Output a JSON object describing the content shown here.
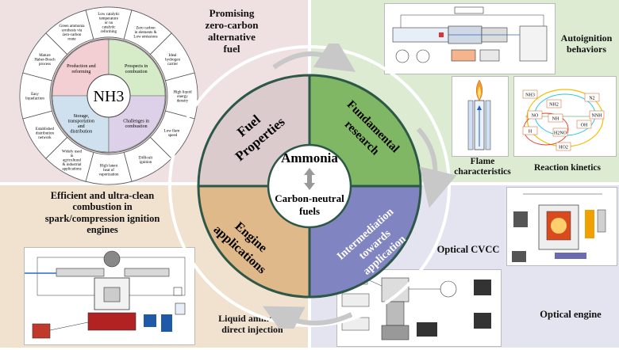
{
  "center": {
    "title": "Ammonia",
    "subtitle_line1": "Carbon-neutral",
    "subtitle_line2": "fuels"
  },
  "quadrants": {
    "fuel": {
      "line1": "Fuel",
      "line2": "Properties"
    },
    "fundamental": {
      "line1": "Fundamental",
      "line2": "research"
    },
    "engine": {
      "line1": "Engine",
      "line2": "applications"
    },
    "intermediation": {
      "line1": "Intermediation",
      "line2": "towards",
      "line3": "application"
    }
  },
  "labels": {
    "promising": [
      "Promising",
      "zero-carbon",
      "alternative",
      "fuel"
    ],
    "autoignition": [
      "Autoignition",
      "behaviors"
    ],
    "flame": [
      "Flame",
      "characteristics"
    ],
    "reaction": "Reaction kinetics",
    "efficient": [
      "Efficient and ultra-clean",
      "combustion in",
      "spark/compression ignition",
      "engines"
    ],
    "liquid": [
      "Liquid ammonia",
      "direct injection"
    ],
    "cvcc": "Optical CVCC",
    "optical_engine": "Optical engine"
  },
  "wheel": {
    "center_label": "NH3",
    "inner": [
      "Production and reforming",
      "Prospects in combustion",
      "Storage, transportation and distribution",
      "Challenges in combustion"
    ],
    "outer": [
      "Low catalytic temperature or no catalytic reforming",
      "Zero carbon in elements & Low emissions",
      "Ideal hydrogen carrier",
      "High liquid energy density",
      "Low flame speed",
      "Difficult ignition",
      "High latent heat of vaporization",
      "Widely used in agricultural & industrial applications",
      "Established distribution network",
      "Easy liquefaction",
      "Mature Haber-Bosch process",
      "Green ammonia synthesis via zero-carbon route"
    ]
  },
  "kinetics": {
    "nodes": [
      "NH3",
      "NH2",
      "NH",
      "N2",
      "NNH",
      "H",
      "OH",
      "H2NO",
      "HO2",
      "NO"
    ]
  },
  "colors": {
    "fuel": "#dccbcd",
    "fundamental": "#7fb764",
    "engine": "#e0b98b",
    "intermediation": "#8084c0",
    "ring": "#2d5747"
  }
}
